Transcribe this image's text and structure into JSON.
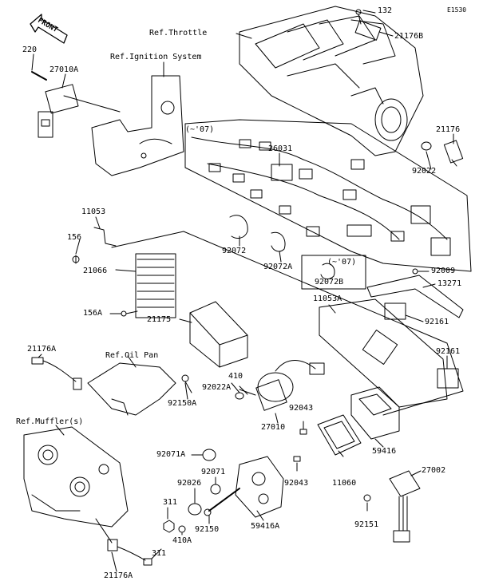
{
  "diagram_code": "E1530",
  "front_label": "FRONT",
  "refs": {
    "throttle": "Ref.Throttle",
    "ignition": "Ref.Ignition System",
    "oil_pan": "Ref.Oil Pan",
    "muffler": "Ref.Muffler(s)"
  },
  "notes": {
    "harness_year": "(~'07)",
    "clamp_year": "(~'07)"
  },
  "parts": {
    "p132": "132",
    "p21176B": "21176B",
    "p220": "220",
    "p27010A": "27010A",
    "p21176": "21176",
    "p92022": "92022",
    "p26031": "26031",
    "p11053": "11053",
    "p156": "156",
    "p92072": "92072",
    "p92072A": "92072A",
    "p92009": "92009",
    "p92072B": "92072B",
    "p13271": "13271",
    "p21066": "21066",
    "p11053A": "11053A",
    "p156A": "156A",
    "p92161a": "92161",
    "p21175": "21175",
    "p92161b": "92161",
    "p21176A_top": "21176A",
    "p410": "410",
    "p92022A": "92022A",
    "p92150A": "92150A",
    "p92043a": "92043",
    "p27010": "27010",
    "p59416": "59416",
    "p92071A": "92071A",
    "p92071": "92071",
    "p92043b": "92043",
    "p11060": "11060",
    "p27002": "27002",
    "p92026": "92026",
    "p311a": "311",
    "p410A": "410A",
    "p92150": "92150",
    "p59416A": "59416A",
    "p92151": "92151",
    "p311b": "311",
    "p21176A_bottom": "21176A"
  }
}
